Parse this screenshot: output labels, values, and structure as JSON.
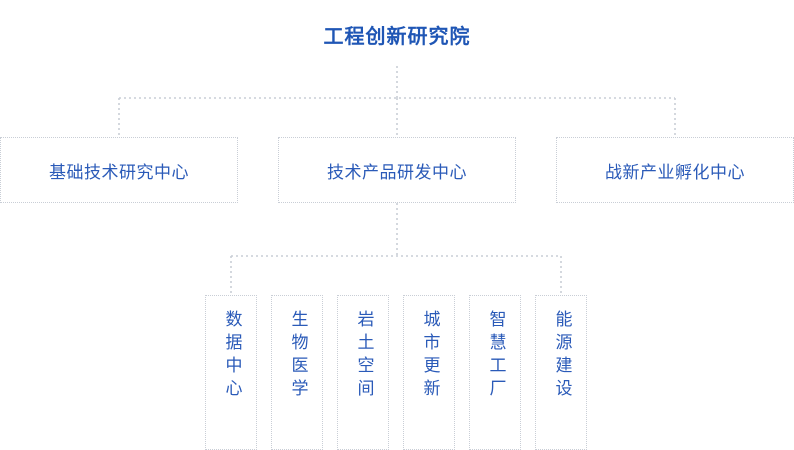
{
  "title": "工程创新研究院",
  "centers": [
    {
      "label": "基础技术研究中心"
    },
    {
      "label": "技术产品研发中心"
    },
    {
      "label": "战新产业孵化中心"
    }
  ],
  "departments": [
    {
      "label": "数据中心"
    },
    {
      "label": "生物医学"
    },
    {
      "label": "岩土空间"
    },
    {
      "label": "城市更新"
    },
    {
      "label": "智慧工厂"
    },
    {
      "label": "能源建设"
    }
  ],
  "colors": {
    "title": "#1f56b5",
    "text": "#2a5ab8",
    "border": "#c9ced6",
    "connector": "#c9ced6"
  }
}
